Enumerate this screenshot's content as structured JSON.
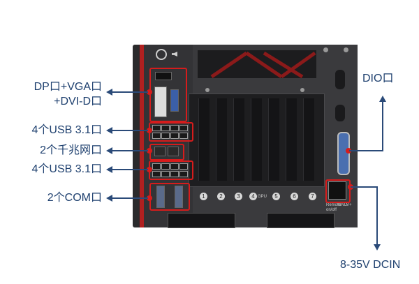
{
  "labels": {
    "dp_vga_line1": "DP口+VGA口",
    "dp_vga_line2": "+DVI-D口",
    "usb_top": "4个USB 3.1口",
    "lan": "2个千兆网口",
    "usb_bottom": "4个USB 3.1口",
    "com": "2个COM口",
    "dio": "DIO口",
    "dcin": "8-35V DCIN"
  },
  "device": {
    "slot_numbers": [
      "1",
      "2",
      "3",
      "4",
      "5",
      "6",
      "7"
    ],
    "gpu_tag": "GPU",
    "power_terminal_labels": [
      "Remote on/off",
      "GND",
      "V+"
    ]
  },
  "colors": {
    "label_text": "#1d3f6e",
    "arrow": "#2a4a78",
    "highlight": "#d61c1c",
    "chassis": "#2a2a2c"
  }
}
